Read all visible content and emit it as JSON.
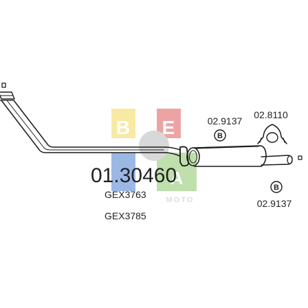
{
  "watermark": {
    "letters": [
      "B",
      "E",
      "A"
    ],
    "word": "MOTO",
    "colors": {
      "yellow": "#f3d95a",
      "red": "#e0595a",
      "green": "#8cc56a",
      "blue": "#4a7fd0",
      "grey": "#b9b9b9"
    }
  },
  "part_number": "01.30460",
  "references": [
    "GEX3763",
    "GEX3785"
  ],
  "fittings": {
    "clamp_top": {
      "code": "02.9137",
      "badge": "B"
    },
    "hanger": {
      "code": "02.8110"
    },
    "clamp_bottom": {
      "code": "02.9137",
      "badge": "B"
    }
  }
}
